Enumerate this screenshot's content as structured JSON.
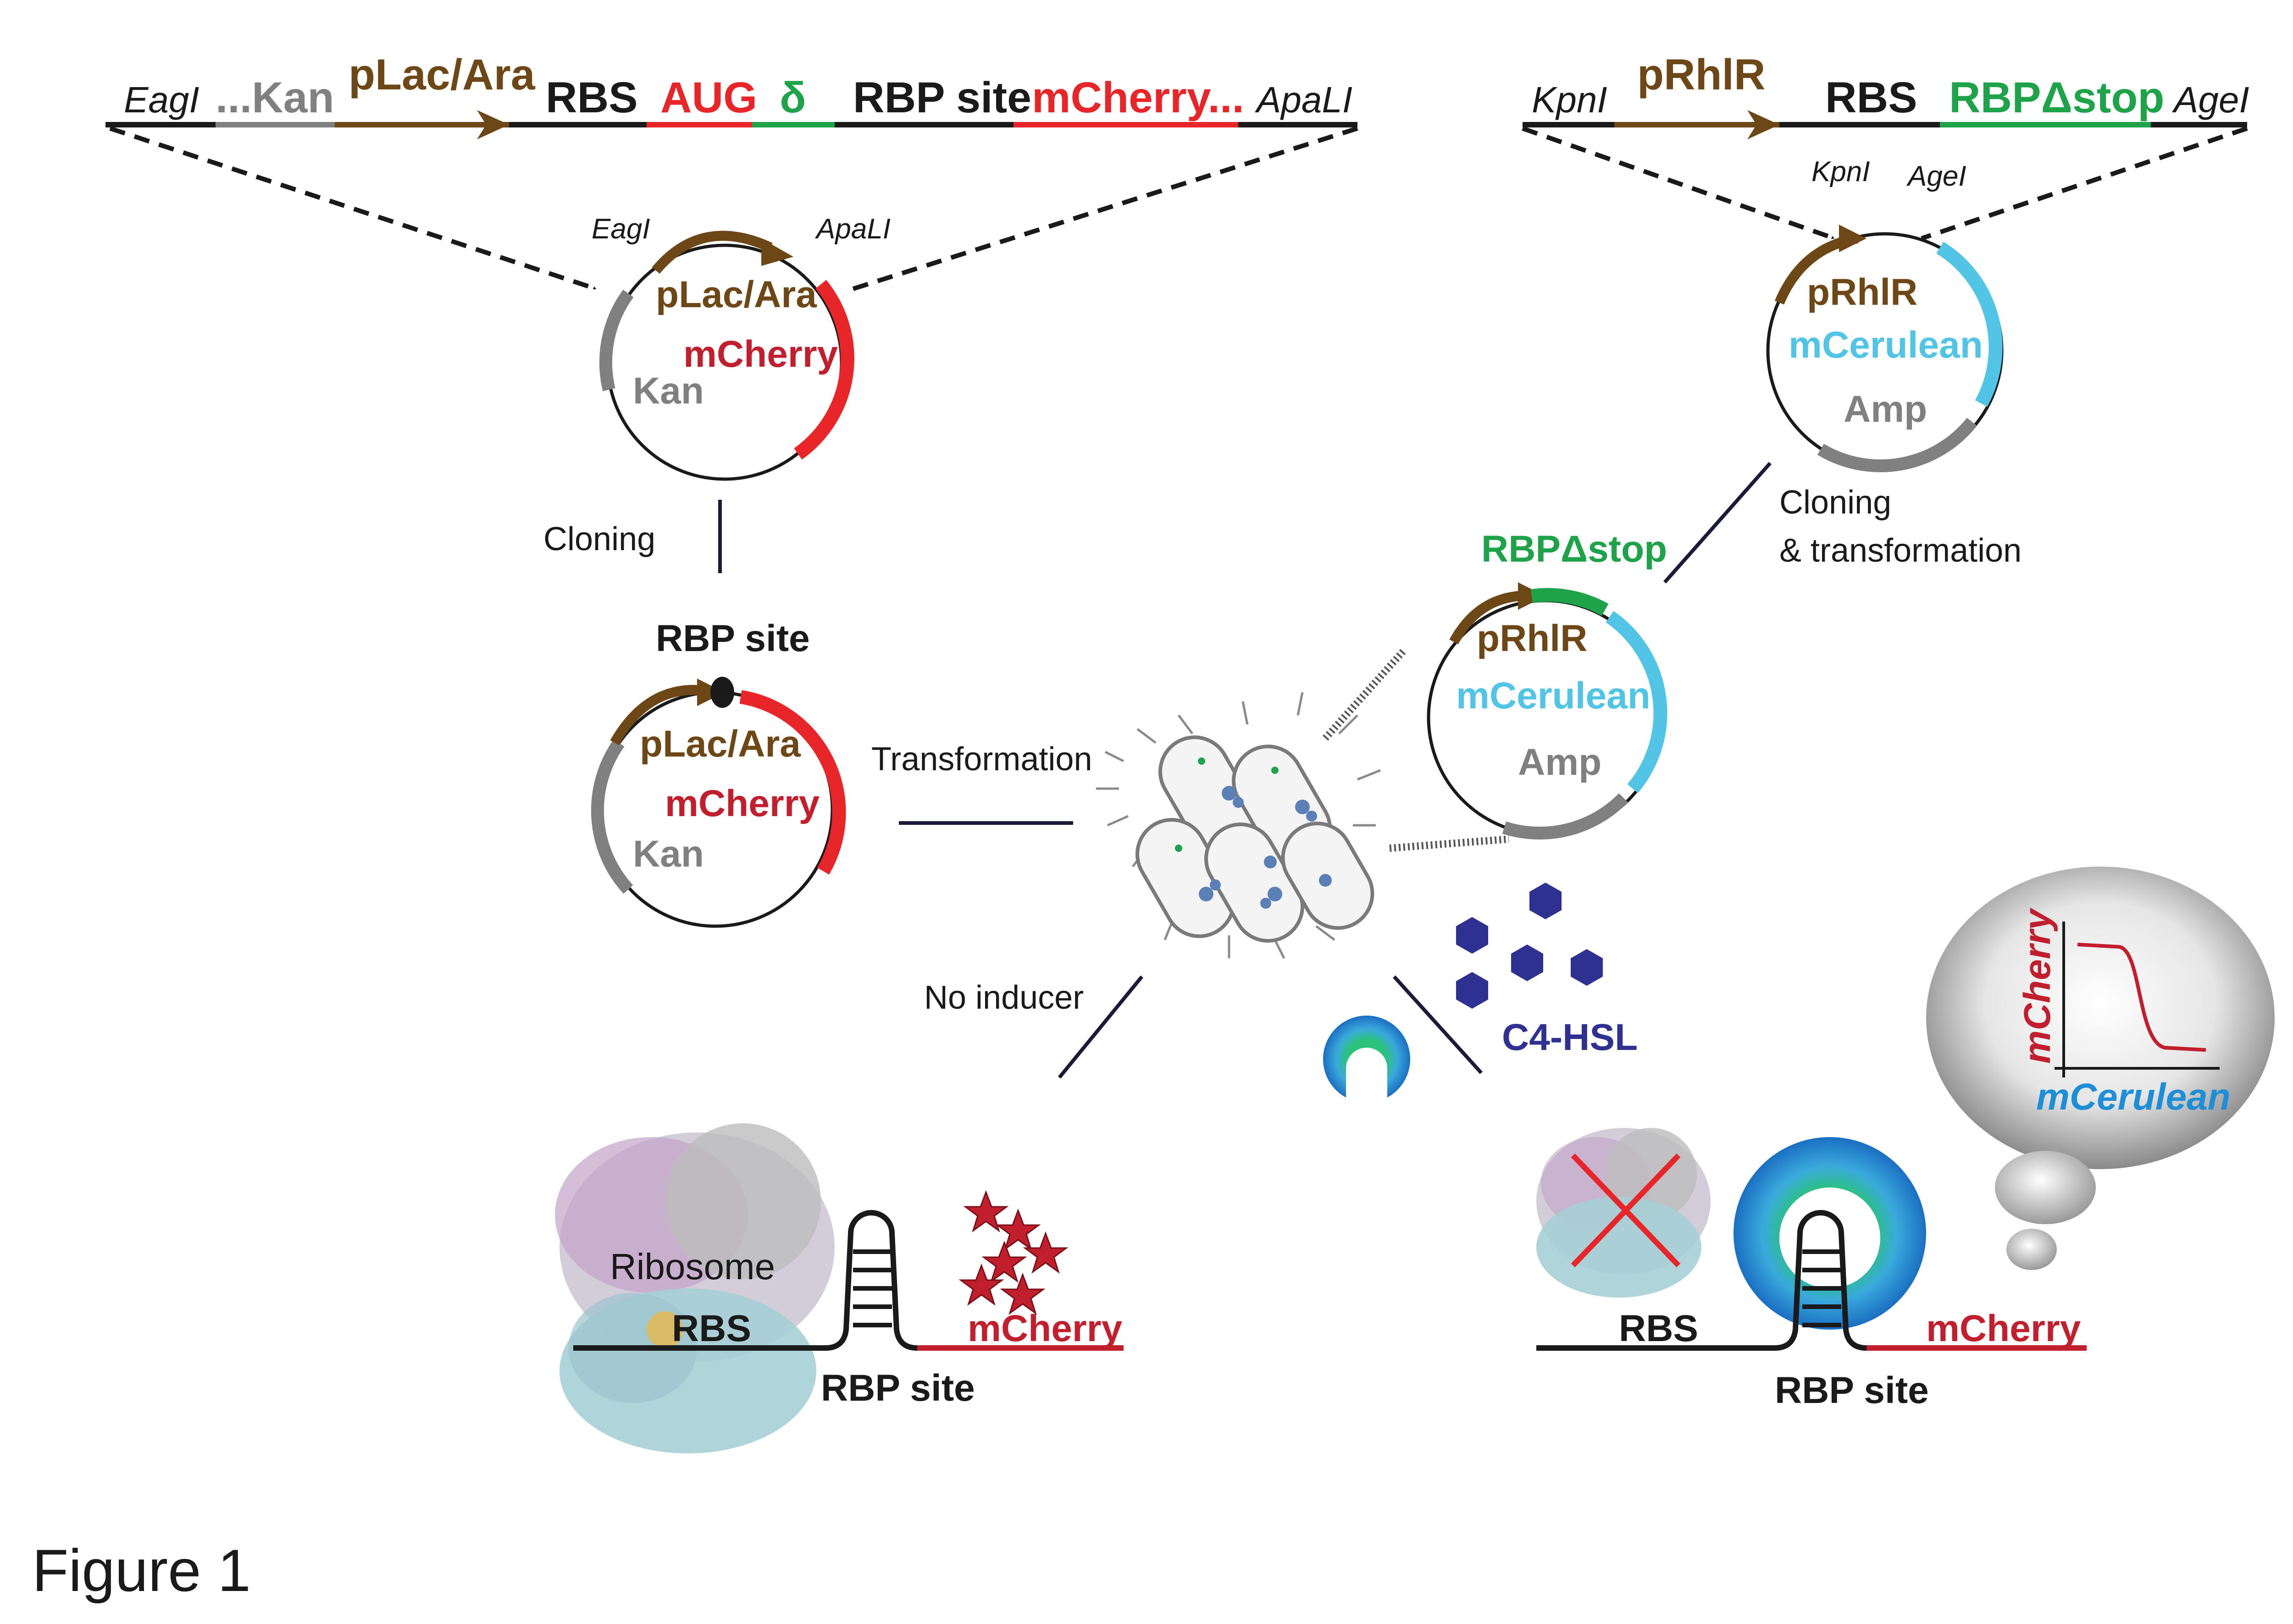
{
  "colors": {
    "brown": "#6e4716",
    "red": "#e8262a",
    "darkred": "#c21f2e",
    "green": "#1ea24a",
    "gray": "#808080",
    "cyan": "#52c4e6",
    "navy": "#2e3192",
    "arrow": "#1b1a3a",
    "black": "#1a1a1a"
  },
  "construct_left": {
    "site_left": "EagI",
    "kan": "...Kan",
    "promoter": "pLac/Ara",
    "rbs": "RBS",
    "aug": "AUG",
    "delta": "δ",
    "rbp_site": "RBP site",
    "mcherry": "mCherry...",
    "site_right": "ApaLI"
  },
  "construct_right": {
    "site_left": "KpnI",
    "promoter": "pRhlR",
    "rbs": "RBS",
    "rbp": "RBPΔstop",
    "site_right": "AgeI"
  },
  "plasmid_top_left": {
    "site_left": "EagI",
    "site_right": "ApaLI",
    "promoter": "pLac/Ara",
    "reporter": "mCherry",
    "marker": "Kan"
  },
  "plasmid_top_right": {
    "site_left": "KpnI",
    "site_right": "AgeI",
    "promoter": "pRhlR",
    "reporter": "mCerulean",
    "marker": "Amp"
  },
  "steps": {
    "cloning": "Cloning",
    "cloning_transformation_1": "Cloning",
    "cloning_transformation_2": "& transformation",
    "transformation": "Transformation",
    "no_inducer": "No inducer",
    "inducer": "C4-HSL"
  },
  "plasmid_mid_left": {
    "site": "RBP site",
    "promoter": "pLac/Ara",
    "reporter": "mCherry",
    "marker": "Kan"
  },
  "plasmid_mid_right": {
    "rbp": "RBPΔstop",
    "promoter": "pRhlR",
    "reporter": "mCerulean",
    "marker": "Amp"
  },
  "outcome_left": {
    "ribosome": "Ribosome",
    "rbs": "RBS",
    "rbp_site": "RBP site",
    "reporter": "mCherry"
  },
  "outcome_right": {
    "rbs": "RBS",
    "rbp_site": "RBP site",
    "reporter": "mCherry"
  },
  "thought_plot": {
    "ylabel": "mCherry",
    "xlabel": "mCerulean"
  },
  "figure_label": "Figure 1"
}
